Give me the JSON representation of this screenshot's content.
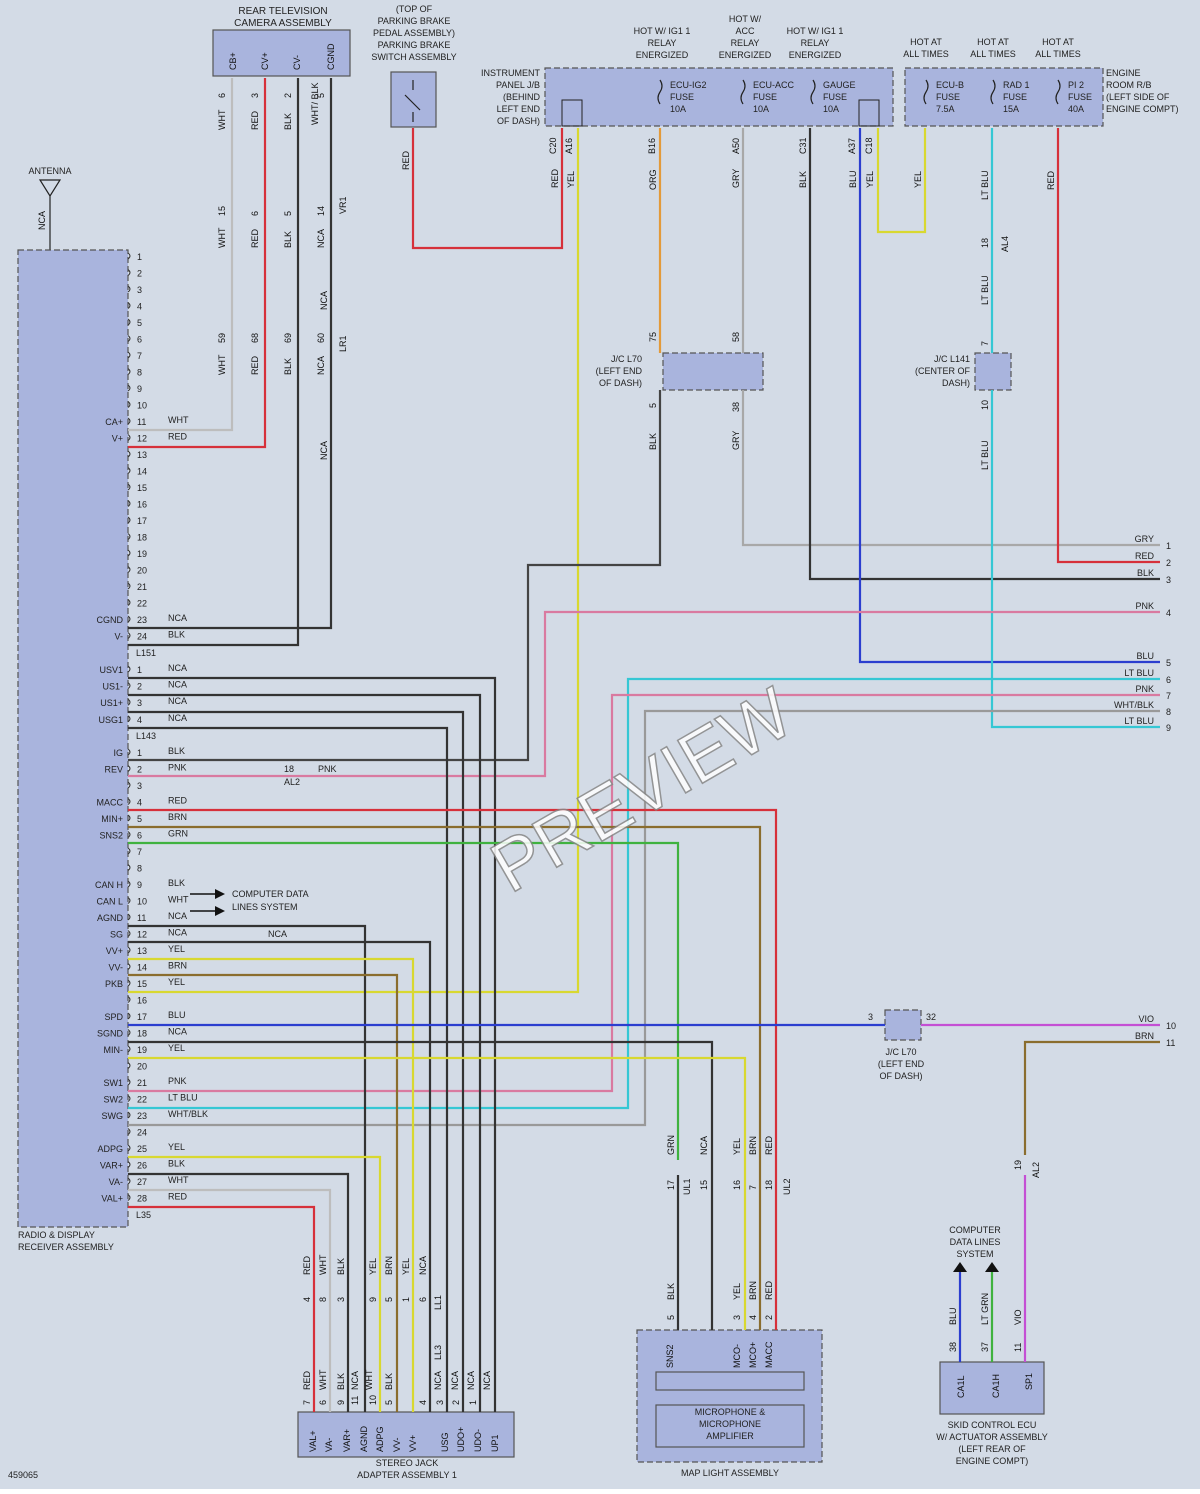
{
  "drawing_number": "459065",
  "watermark": "PREVIEW",
  "components": {
    "rear_camera": {
      "line1": "REAR TELEVISION",
      "line2": "CAMERA ASSEMBLY",
      "pins": [
        "CB+",
        "CV+",
        "CV-",
        "CGND"
      ]
    },
    "parking_brake": {
      "line1": "(TOP OF",
      "line2": "PARKING BRAKE",
      "line3": "PEDAL ASSEMBLY)",
      "line4": "PARKING BRAKE",
      "line5": "SWITCH ASSEMBLY"
    },
    "instrument_jb": {
      "line1": "INSTRUMENT",
      "line2": "PANEL J/B",
      "line3": "(BEHIND",
      "line4": "LEFT END",
      "line5": "OF DASH)"
    },
    "engine_rb": {
      "line1": "ENGINE",
      "line2": "ROOM R/B",
      "line3": "(LEFT SIDE OF",
      "line4": "ENGINE COMPT)"
    },
    "radio": {
      "line1": "RADIO & DISPLAY",
      "line2": "RECEIVER ASSEMBLY"
    },
    "stereo_jack": {
      "line1": "STEREO JACK",
      "line2": "ADAPTER ASSEMBLY 1",
      "pins": [
        "VAL+",
        "VA-",
        "VAR+",
        "AGND",
        "ADPG",
        "VV-",
        "VV+",
        "USG",
        "UDO+",
        "UDO-",
        "UP1"
      ]
    },
    "map_light": {
      "label": "MAP LIGHT ASSEMBLY",
      "amp1": "MICROPHONE &",
      "amp2": "MICROPHONE",
      "amp3": "AMPLIFIER",
      "pins": [
        "SNS2",
        "MCO-",
        "MCO+",
        "MACC"
      ]
    },
    "skid": {
      "line1": "SKID CONTROL ECU",
      "line2": "W/ ACTUATOR ASSEMBLY",
      "line3": "(LEFT REAR OF",
      "line4": "ENGINE COMPT)",
      "pins": [
        "CA1L",
        "CA1H",
        "SP1"
      ]
    },
    "antenna": "ANTENNA",
    "jc_l70_top": {
      "line1": "J/C L70",
      "line2": "(LEFT END",
      "line3": "OF DASH)"
    },
    "jc_l141": {
      "line1": "J/C L141",
      "line2": "(CENTER OF",
      "line3": "DASH)"
    },
    "jc_l70_bottom": {
      "line1": "J/C L70",
      "line2": "(LEFT END",
      "line3": "OF DASH)"
    },
    "computer_data_lines": {
      "line1": "COMPUTER",
      "line2": "DATA LINES",
      "line3": "SYSTEM"
    },
    "can_note": {
      "line1": "COMPUTER DATA",
      "line2": "LINES SYSTEM"
    }
  },
  "fuses": [
    {
      "hot1": "HOT W/ IG1 1",
      "hot2": "RELAY",
      "hot3": "ENERGIZED",
      "name1": "ECU-IG2",
      "name2": "FUSE",
      "amp": "10A"
    },
    {
      "hot0": "HOT W/",
      "hot1": "ACC",
      "hot2": "RELAY",
      "hot3": "ENERGIZED",
      "name1": "ECU-ACC",
      "name2": "FUSE",
      "amp": "10A"
    },
    {
      "hot1": "HOT W/ IG1 1",
      "hot2": "RELAY",
      "hot3": "ENERGIZED",
      "name1": "GAUGE",
      "name2": "FUSE",
      "amp": "10A"
    },
    {
      "hot1": "HOT AT",
      "hot2": "ALL TIMES",
      "name1": "ECU-B",
      "name2": "FUSE",
      "amp": "7.5A"
    },
    {
      "hot1": "HOT AT",
      "hot2": "ALL TIMES",
      "name1": "RAD 1",
      "name2": "FUSE",
      "amp": "15A"
    },
    {
      "hot1": "HOT AT",
      "hot2": "ALL TIMES",
      "name1": "PI 2",
      "name2": "FUSE",
      "amp": "40A"
    }
  ],
  "connectors": {
    "l151": "L151",
    "l143": "L143",
    "l35": "L35",
    "vr1": "VR1",
    "lr1": "LR1",
    "al2": "AL2",
    "al4": "AL4",
    "ul1": "UL1",
    "ul2": "UL2",
    "ll1": "LL1",
    "ll3": "LL3"
  },
  "top_connectors": [
    "C20",
    "A16",
    "B16",
    "A50",
    "C31",
    "A37",
    "C18"
  ],
  "top_wire_colors": [
    "RED",
    "YEL",
    "ORG",
    "GRY",
    "BLK",
    "BLU",
    "YEL",
    "YEL",
    "LT BLU",
    "RED"
  ],
  "camera_wires": {
    "row1_pins": [
      "6",
      "3",
      "2",
      "5"
    ],
    "row1_colors": [
      "WHT",
      "RED",
      "BLK",
      "WHT/\nBLK"
    ],
    "row2_pins": [
      "15",
      "6",
      "5",
      "14"
    ],
    "row2_colors": [
      "WHT",
      "RED",
      "BLK",
      "NCA"
    ],
    "row3_pins": [
      "59",
      "68",
      "69",
      "60"
    ],
    "row3_colors": [
      "WHT",
      "RED",
      "BLK",
      "NCA"
    ],
    "nca_labels": [
      "NCA",
      "NCA",
      "NCA",
      "NCA"
    ]
  },
  "radio_pins": [
    {
      "n": "1"
    },
    {
      "n": "2"
    },
    {
      "n": "3"
    },
    {
      "n": "4"
    },
    {
      "n": "5"
    },
    {
      "n": "6"
    },
    {
      "n": "7"
    },
    {
      "n": "8"
    },
    {
      "n": "9"
    },
    {
      "n": "10"
    },
    {
      "n": "11",
      "name": "CA+",
      "wire": "WHT"
    },
    {
      "n": "12",
      "name": "V+",
      "wire": "RED"
    },
    {
      "n": "13"
    },
    {
      "n": "14"
    },
    {
      "n": "15"
    },
    {
      "n": "16"
    },
    {
      "n": "17"
    },
    {
      "n": "18"
    },
    {
      "n": "19"
    },
    {
      "n": "20"
    },
    {
      "n": "21"
    },
    {
      "n": "22"
    },
    {
      "n": "23",
      "name": "CGND",
      "wire": "NCA"
    },
    {
      "n": "24",
      "name": "V-",
      "wire": "BLK"
    },
    {
      "n": "1",
      "name": "USV1",
      "wire": "NCA"
    },
    {
      "n": "2",
      "name": "US1-",
      "wire": "NCA"
    },
    {
      "n": "3",
      "name": "US1+",
      "wire": "NCA"
    },
    {
      "n": "4",
      "name": "USG1",
      "wire": "NCA"
    },
    {
      "n": "1",
      "name": "IG",
      "wire": "BLK"
    },
    {
      "n": "2",
      "name": "REV",
      "wire": "PNK"
    },
    {
      "n": "3"
    },
    {
      "n": "4",
      "name": "MACC",
      "wire": "RED"
    },
    {
      "n": "5",
      "name": "MIN+",
      "wire": "BRN"
    },
    {
      "n": "6",
      "name": "SNS2",
      "wire": "GRN"
    },
    {
      "n": "7"
    },
    {
      "n": "8"
    },
    {
      "n": "9",
      "name": "CAN H",
      "wire": "BLK"
    },
    {
      "n": "10",
      "name": "CAN L",
      "wire": "WHT"
    },
    {
      "n": "11",
      "name": "AGND",
      "wire": "NCA"
    },
    {
      "n": "12",
      "name": "SG",
      "wire": "NCA"
    },
    {
      "n": "13",
      "name": "VV+",
      "wire": "YEL"
    },
    {
      "n": "14",
      "name": "VV-",
      "wire": "BRN"
    },
    {
      "n": "15",
      "name": "PKB",
      "wire": "YEL"
    },
    {
      "n": "16"
    },
    {
      "n": "17",
      "name": "SPD",
      "wire": "BLU"
    },
    {
      "n": "18",
      "name": "SGND",
      "wire": "NCA"
    },
    {
      "n": "19",
      "name": "MIN-",
      "wire": "YEL"
    },
    {
      "n": "20"
    },
    {
      "n": "21",
      "name": "SW1",
      "wire": "PNK"
    },
    {
      "n": "22",
      "name": "SW2",
      "wire": "LT BLU"
    },
    {
      "n": "23",
      "name": "SWG",
      "wire": "WHT/BLK"
    },
    {
      "n": "24"
    },
    {
      "n": "25",
      "name": "ADPG",
      "wire": "YEL"
    },
    {
      "n": "26",
      "name": "VAR+",
      "wire": "BLK"
    },
    {
      "n": "27",
      "name": "VA-",
      "wire": "WHT"
    },
    {
      "n": "28",
      "name": "VAL+",
      "wire": "RED"
    }
  ],
  "right_terminals": [
    {
      "n": "1",
      "color": "GRY"
    },
    {
      "n": "2",
      "color": "RED"
    },
    {
      "n": "3",
      "color": "BLK"
    },
    {
      "n": "4",
      "color": "PNK"
    },
    {
      "n": "5",
      "color": "BLU"
    },
    {
      "n": "6",
      "color": "LT BLU"
    },
    {
      "n": "7",
      "color": "PNK"
    },
    {
      "n": "8",
      "color": "WHT/BLK"
    },
    {
      "n": "9",
      "color": "LT BLU"
    },
    {
      "n": "10",
      "color": "VIO"
    },
    {
      "n": "11",
      "color": "BRN"
    }
  ],
  "misc_labels": {
    "nca": "NCA",
    "pnk": "PNK",
    "n18": "18",
    "jc_top_pins": [
      "75",
      "58",
      "5",
      "38"
    ],
    "jc_top_colors": [
      "ORG",
      "GRY",
      "BLK",
      "GRY"
    ],
    "l141_pins": [
      "18",
      "7",
      "10"
    ],
    "l141_colors": [
      "LT BLU",
      "LT BLU",
      "LT BLU"
    ],
    "jc_bot_pins": [
      "3",
      "32"
    ],
    "ul_pins": [
      "17",
      "15",
      "16",
      "7",
      "18"
    ],
    "ul_colors": [
      "GRN",
      "NCA",
      "YEL",
      "BRN",
      "RED"
    ],
    "map_pins": [
      "5",
      "3",
      "4",
      "2"
    ],
    "map_colors": [
      "BLK",
      "YEL",
      "BRN",
      "RED"
    ],
    "skid_pins": [
      "38",
      "37",
      "11"
    ],
    "skid_colors": [
      "BLU",
      "LT GRN",
      "VIO"
    ],
    "al2_pin": "19",
    "jack_top_pins": [
      "4",
      "8",
      "3",
      "9",
      "5",
      "1",
      "6"
    ],
    "jack_top_colors": [
      "RED",
      "WHT",
      "BLK",
      "YEL",
      "BRN",
      "YEL",
      "NCA"
    ],
    "jack_bot_pins": [
      "7",
      "6",
      "11",
      "9",
      "10",
      "5",
      "4",
      "3",
      "2",
      "1"
    ],
    "jack_bot_colors": [
      "RED",
      "WHT",
      "NCA",
      "BLK",
      "WHT",
      "BLK",
      "NCA",
      "NCA",
      "NCA",
      "NCA"
    ]
  }
}
